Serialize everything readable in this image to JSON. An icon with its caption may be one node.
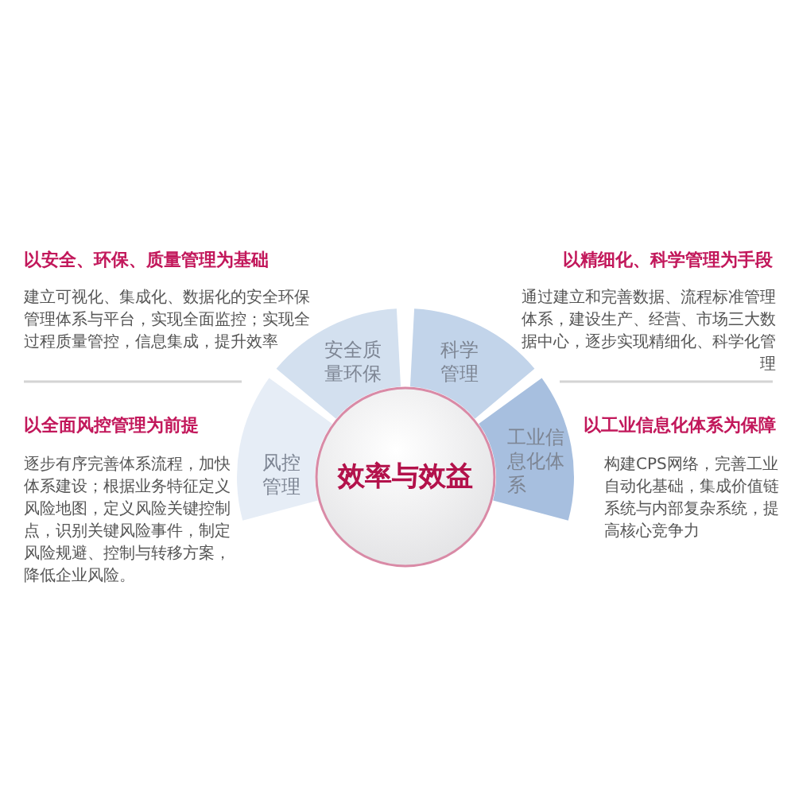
{
  "diagram": {
    "nodes": [
      {
        "text": [
          "风控管理"
        ]
      },
      {
        "text": [
          "安全质量环保"
        ]
      },
      {
        "text": [
          "科学管理"
        ]
      },
      {
        "text": [
          "工业信息化体系"
        ]
      },
      {
        "text": [
          "效率与效益"
        ]
      }
    ],
    "labels": [
      "以安全、环保、质量管理为基础",
      "以精细化、科学管理为手段",
      "建立可视化、集成化、数据化的安全环保管理体系与平台，实现全面监控；实现全过程质量管控，信息集成，提升效率",
      "通过建立和完善数据、流程标准管理体系，建设生产、经营、市场三大数据中心，逐步实现精细化、科学化管理",
      "以全面风控管理为前提",
      "以工业信息化体系为保障",
      "逐步有序完善体系流程，加快体系建设；根据业务特征定义风险地图，定义风险关键控制点，识别关键风险事件，制定风险规避、控制与转移方案，降低企业风险。",
      "构建CPS网络，完善工业自动化基础，集成价值链系统与内部复杂系统，提高核心竞争力"
    ]
  }
}
